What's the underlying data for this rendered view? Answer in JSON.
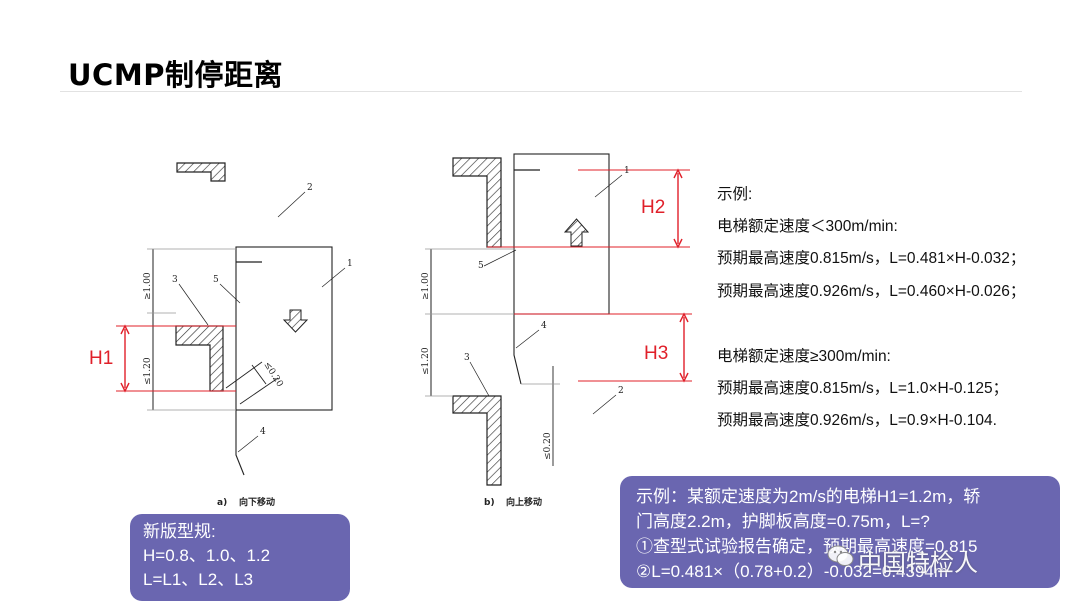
{
  "title": "UCMP制停距离",
  "figure_a": {
    "caption_letter": "a)",
    "caption": "向下移动",
    "dim_top": "≥1.00",
    "dim_bottom": "≤1.20",
    "dim_angled": "≤0.20",
    "callouts": [
      "1",
      "2",
      "3",
      "4",
      "5"
    ]
  },
  "figure_b": {
    "caption_letter": "b)",
    "caption": "向上移动",
    "dim_top": "≥1.00",
    "dim_bottom": "≤1.20",
    "dim_lower": "≤0.20",
    "callouts": [
      "1",
      "2",
      "3",
      "4",
      "5"
    ]
  },
  "labels": {
    "h1": "H1",
    "h2": "H2",
    "h3": "H3"
  },
  "example": {
    "heading": "示例:",
    "group1_title": "电梯额定速度＜300m/min:",
    "group1_lines": [
      "预期最高速度0.815m/s，L=0.481×H-0.032；",
      "预期最高速度0.926m/s，L=0.460×H-0.026；"
    ],
    "group2_title": "电梯额定速度≥300m/min:",
    "group2_lines": [
      "预期最高速度0.815m/s，L=1.0×H-0.125；",
      "预期最高速度0.926m/s，L=0.9×H-0.104."
    ]
  },
  "box_new": {
    "title": "新版型规:",
    "line1": "H=0.8、1.0、1.2",
    "line2": "L=L1、L2、L3"
  },
  "box_example": {
    "line1": "示例：某额定速度为2m/s的电梯H1=1.2m，轿",
    "line2": "门高度2.2m，护脚板高度=0.75m，L=?",
    "line3": "①查型式试验报告确定，预期最高速度=0.815",
    "line4": "②L=0.481×（0.78+0.2）-0.032=0.4394m"
  },
  "watermark": "中国特检人",
  "colors": {
    "accent_red": "#e0202a",
    "box_purple": "#6a66b0"
  }
}
